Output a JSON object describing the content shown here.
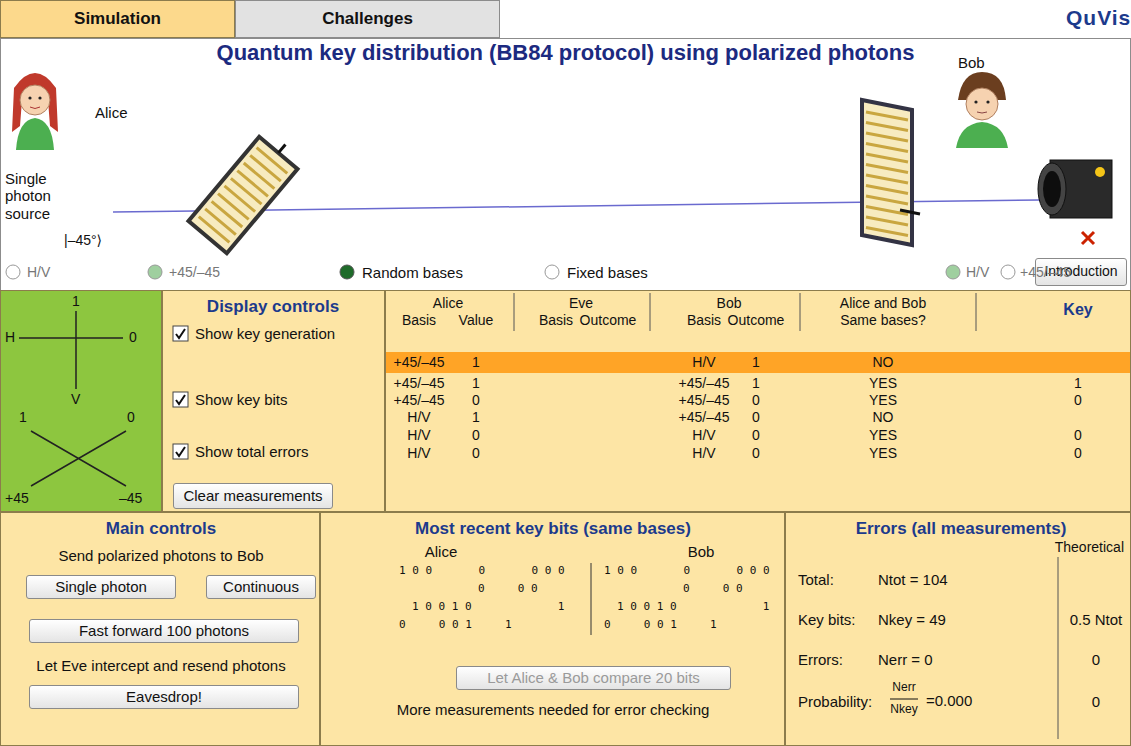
{
  "diagram": {
    "title": "Quantum key distribution (BB84 protocol) using polarized photons",
    "nodes": [
      {
        "text": [
          "Simulation"
        ]
      },
      {
        "text": [
          "Challenges"
        ]
      },
      {
        "text": [
          "Introduction"
        ]
      },
      {
        "text": [
          "1",
          "H",
          "0",
          "V",
          "1",
          "0",
          "+45",
          "–45"
        ]
      },
      {
        "text": [
          "Display controls",
          "Show key generation",
          "Show key bits",
          "Show total errors"
        ]
      },
      {
        "text": [
          "Clear measurements"
        ],
        "in": 4
      },
      {
        "text": [
          "Alice",
          "Eve",
          "Bob",
          "Alice and Bob",
          "Key",
          "Basis",
          "Value",
          "Basis",
          "Outcome",
          "Basis",
          "Outcome",
          "Same bases?",
          "+45/–45",
          "1",
          "H/V",
          "1",
          "NO",
          "+45/–45",
          "1",
          "+45/–45",
          "1",
          "YES",
          "1",
          "+45/–45",
          "0",
          "+45/–45",
          "0",
          "YES",
          "0",
          "H/V",
          "1",
          "+45/–45",
          "0",
          "NO",
          "H/V",
          "0",
          "H/V",
          "0",
          "YES",
          "0",
          "H/V",
          "0",
          "H/V",
          "0",
          "YES",
          "0"
        ]
      },
      {
        "text": [
          "Main controls",
          "Send polarized photons to Bob",
          "Let Eve intercept and resend photons"
        ]
      },
      {
        "text": [
          "Single photon"
        ],
        "in": 7
      },
      {
        "text": [
          "Continuous"
        ],
        "in": 7
      },
      {
        "text": [
          "Fast forward 100 photons"
        ],
        "in": 7
      },
      {
        "text": [
          "Eavesdrop!"
        ],
        "in": 7
      },
      {
        "text": [
          "Most recent key bits (same bases)",
          "Alice",
          "Bob",
          "1 0 0       0       0 0 0",
          "0     0 0",
          "1 0 0 1 0             1",
          "0     0 0 1     1",
          "1 0 0       0       0 0 0",
          "0     0 0",
          "1 0 0 1 0             1",
          "0     0 0 1     1",
          "More measurements needed for error checking"
        ]
      },
      {
        "text": [
          "Let Alice & Bob compare 20 bits"
        ],
        "in": 12
      },
      {
        "text": [
          "Errors (all measurements)",
          "Theoretical",
          "Total:",
          "Ntot = 104",
          "Key bits:",
          "Nkey = 49",
          "0.5 Ntot",
          "Errors:",
          "Nerr = 0",
          "0",
          "Probability:",
          "Nerr",
          "Nkey",
          "=0.000",
          "0"
        ]
      }
    ],
    "labels": [
      "QuVis",
      "Alice",
      "Single photon source",
      "|–45°⟩",
      "Bob",
      "H/V",
      "+45/–45",
      "Random bases",
      "Fixed bases",
      "H/V",
      "+45/–45"
    ]
  }
}
